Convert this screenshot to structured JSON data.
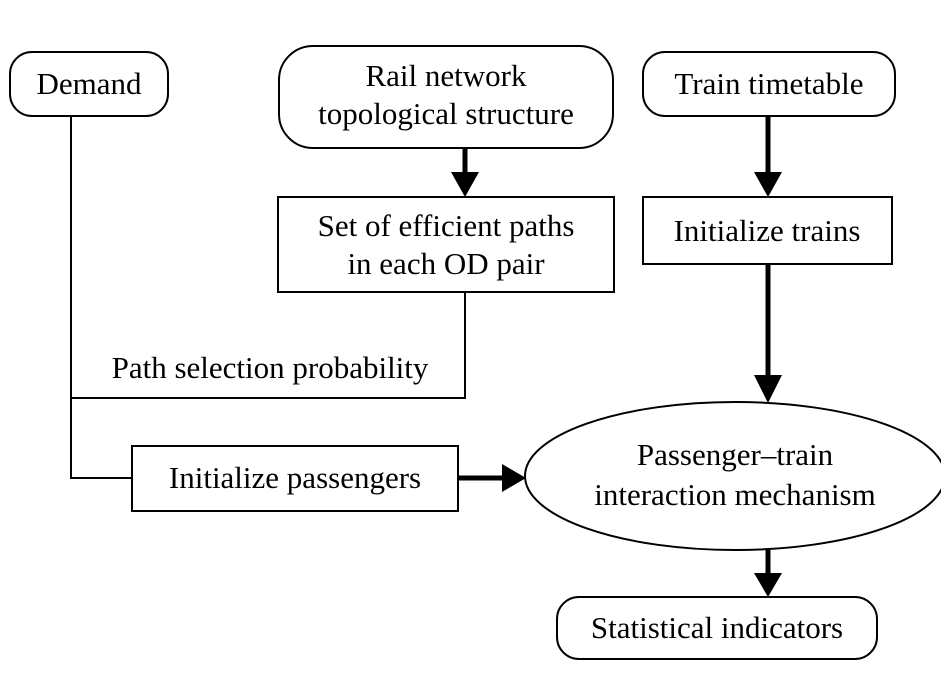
{
  "diagram": {
    "nodes": {
      "demand": {
        "lines": [
          "Demand"
        ]
      },
      "rail_network": {
        "lines": [
          "Rail network",
          "topological structure"
        ]
      },
      "train_timetable": {
        "lines": [
          "Train timetable"
        ]
      },
      "efficient_paths": {
        "lines": [
          "Set of efficient paths",
          "in each OD pair"
        ]
      },
      "initialize_trains": {
        "lines": [
          "Initialize trains"
        ]
      },
      "path_selection": {
        "lines": [
          "Path selection probability"
        ]
      },
      "initialize_passengers": {
        "lines": [
          "Initialize passengers"
        ]
      },
      "interaction": {
        "lines": [
          "Passenger–train",
          "interaction mechanism"
        ]
      },
      "statistical_indicators": {
        "lines": [
          "Statistical indicators"
        ]
      }
    },
    "colors": {
      "stroke": "#000000",
      "fill": "#ffffff",
      "text": "#000000"
    }
  }
}
